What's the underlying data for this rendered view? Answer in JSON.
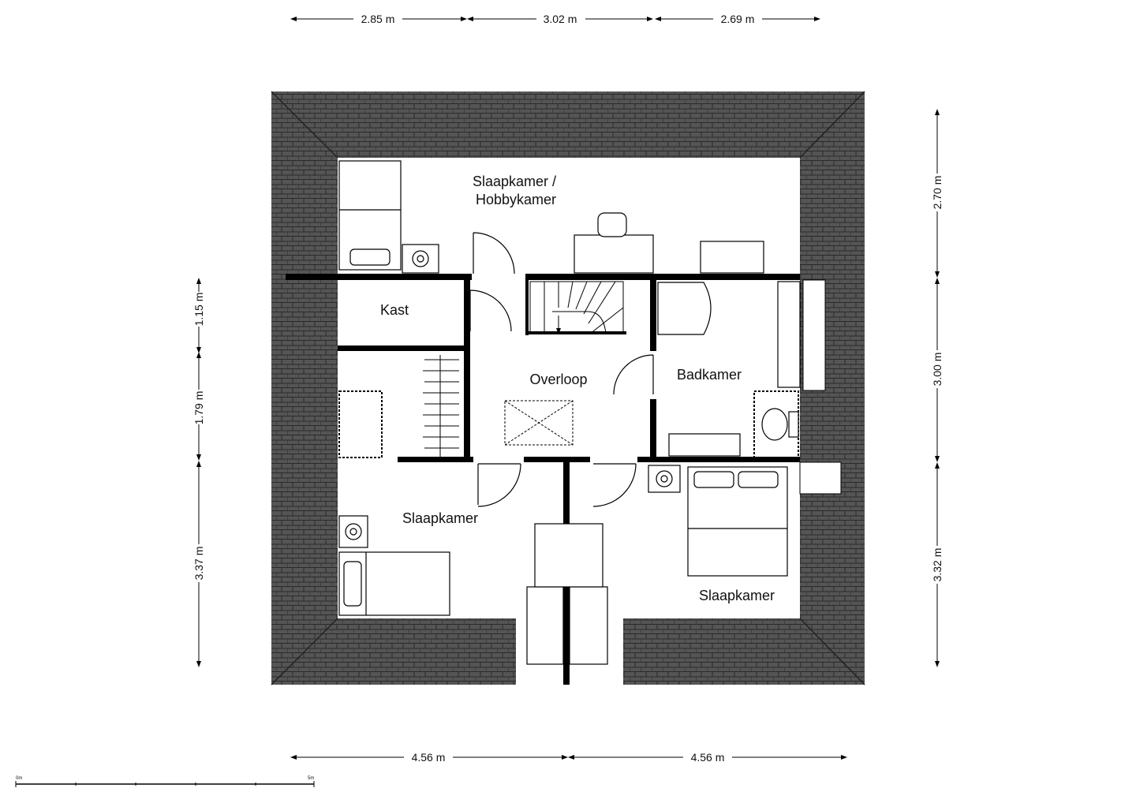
{
  "dimensions": {
    "top": [
      "2.85 m",
      "3.02 m",
      "2.69 m"
    ],
    "bottom": [
      "4.56 m",
      "4.56 m"
    ],
    "left": [
      "1.15 m",
      "1.79 m",
      "3.37 m"
    ],
    "right": [
      "2.70 m",
      "3.00 m",
      "3.32 m"
    ]
  },
  "rooms": {
    "hobby_line1": "Slaapkamer /",
    "hobby_line2": "Hobbykamer",
    "kast": "Kast",
    "overloop": "Overloop",
    "badkamer": "Badkamer",
    "slaapkamer_left": "Slaapkamer",
    "slaapkamer_right": "Slaapkamer"
  },
  "scale": {
    "start": "0m",
    "end": "5m"
  },
  "colors": {
    "roof": "#4a4a4a",
    "roof_tile_line": "#2a2a2a",
    "wall": "#000000",
    "floor": "#ffffff"
  }
}
